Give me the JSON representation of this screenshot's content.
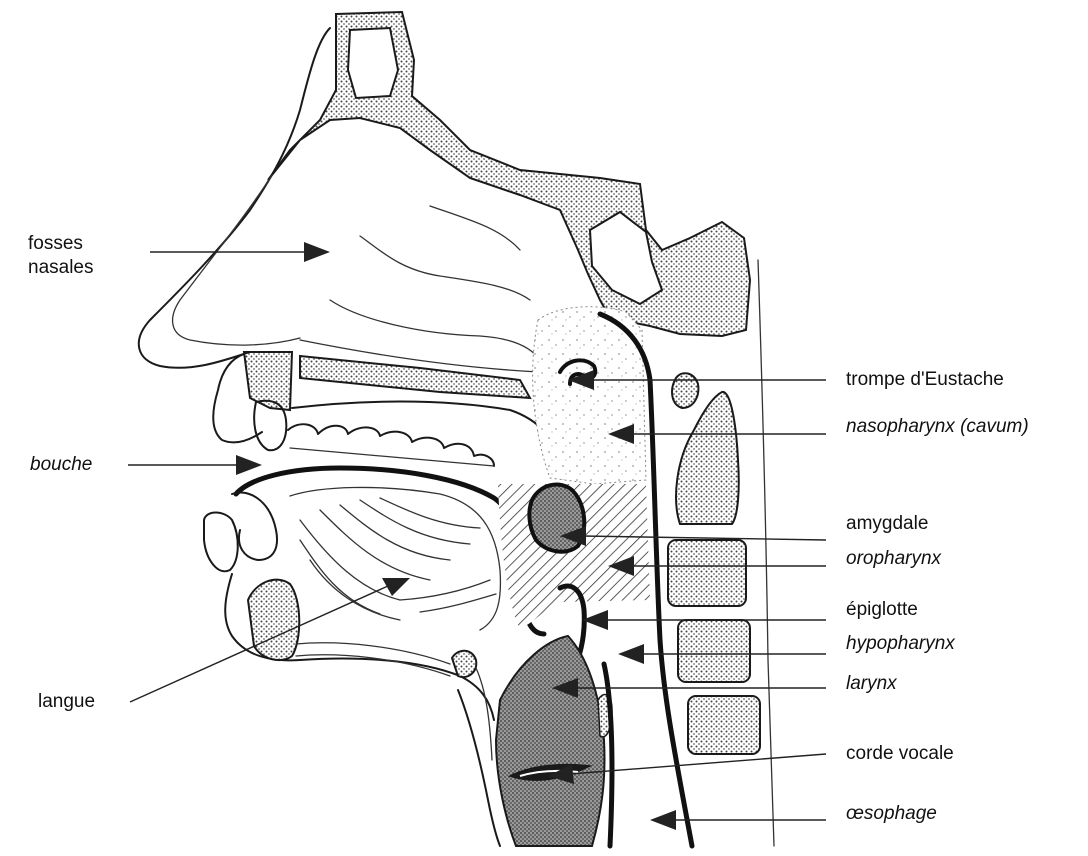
{
  "labels": {
    "fosses_nasales_1": "fosses",
    "fosses_nasales_2": "nasales",
    "bouche": "bouche",
    "langue": "langue",
    "trompe": "trompe d'Eustache",
    "nasopharynx": "nasopharynx (cavum)",
    "amygdale": "amygdale",
    "oropharynx": "oropharynx",
    "epiglotte": "épiglotte",
    "hypopharynx": "hypopharynx",
    "larynx": "larynx",
    "corde_vocale": "corde vocale",
    "oesophage": "œsophage"
  },
  "colors": {
    "ink": "#1a1a1a",
    "bone_fill": "#b8b8b8",
    "cartilage_fill": "#8a8a8a",
    "soft_dots": "#d8d8d8"
  }
}
